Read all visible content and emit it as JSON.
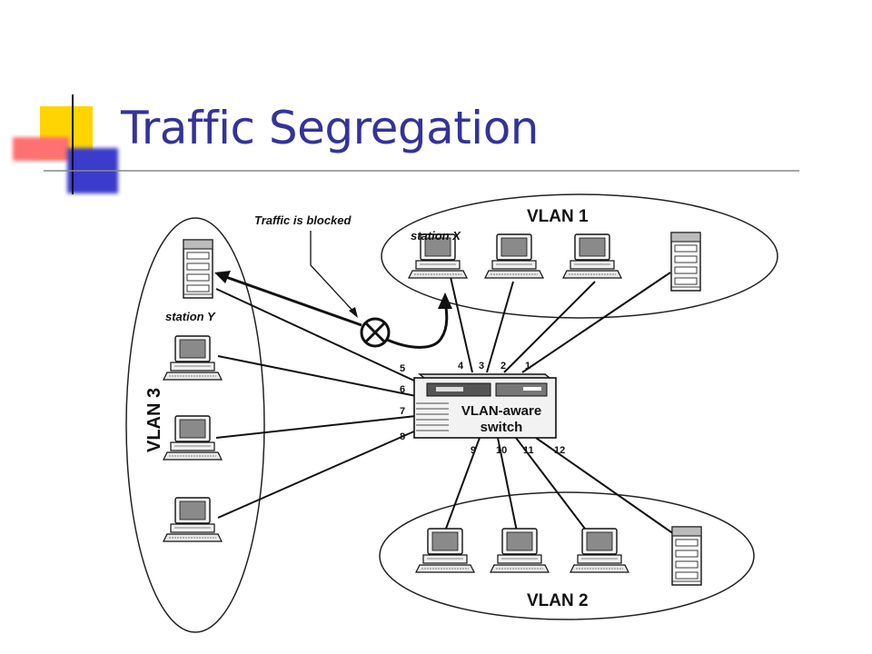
{
  "slide": {
    "title": "Traffic Segregation"
  },
  "diagram": {
    "vlan1_label": "VLAN 1",
    "vlan2_label": "VLAN 2",
    "vlan3_label": "VLAN 3",
    "station_x_label": "station X",
    "station_y_label": "station Y",
    "blocked_label": "Traffic is blocked",
    "switch_label_line1": "VLAN-aware",
    "switch_label_line2": "switch",
    "ports": {
      "p1": "1",
      "p2": "2",
      "p3": "3",
      "p4": "4",
      "p5": "5",
      "p6": "6",
      "p7": "7",
      "p8": "8",
      "p9": "9",
      "p10": "10",
      "p11": "11",
      "p12": "12"
    }
  },
  "colors": {
    "title": "#333399",
    "accent_yellow": "#ffcc00",
    "accent_blue": "#3333cc",
    "accent_red": "#ff6666"
  }
}
